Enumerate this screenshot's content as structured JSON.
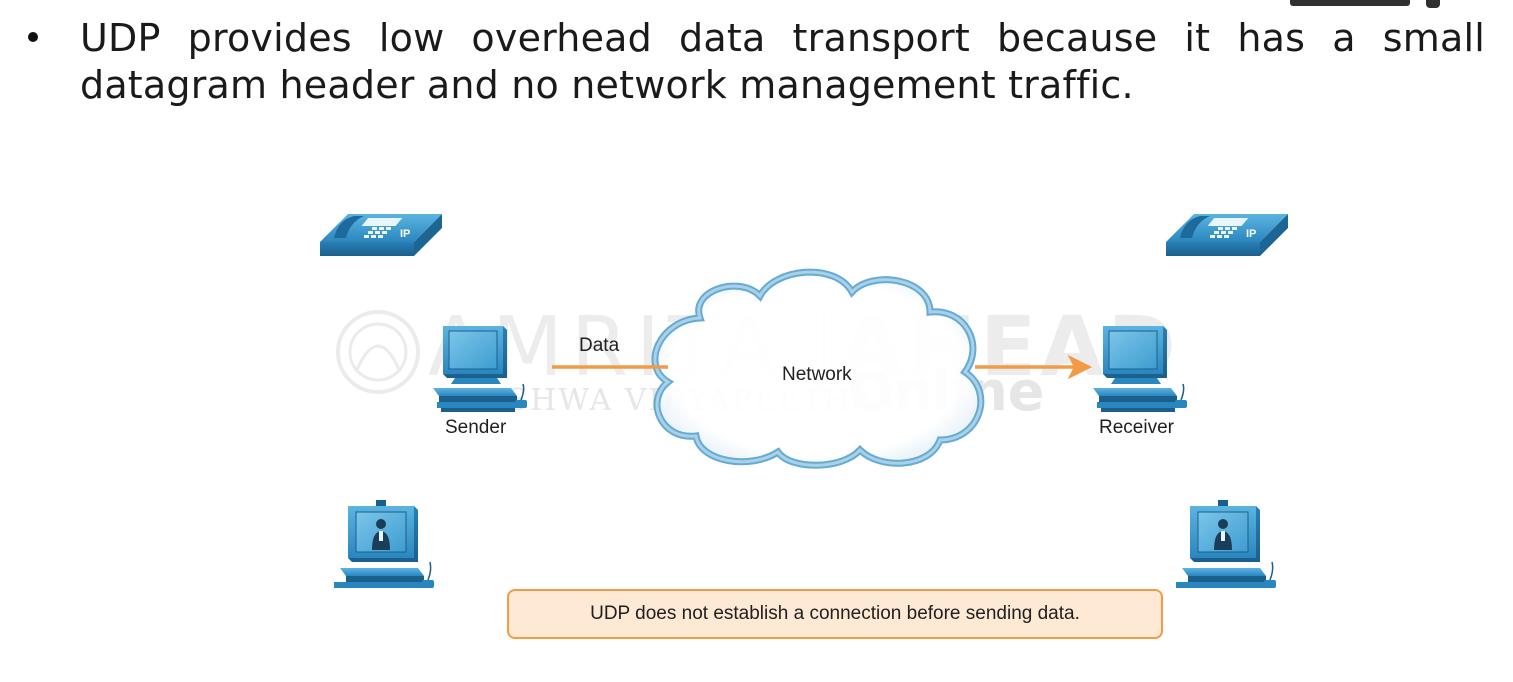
{
  "slide": {
    "bullet_text": "UDP provides low overhead data transport because it has a small datagram header and no network management traffic."
  },
  "diagram": {
    "sender_label": "Sender",
    "receiver_label": "Receiver",
    "data_label": "Data",
    "network_label": "Network",
    "note": "UDP does not establish a connection before sending data.",
    "icons": [
      "ip-phone-icon",
      "workstation-icon",
      "video-terminal-icon",
      "cloud-icon"
    ]
  },
  "watermark": {
    "brand_left": "AMRITA",
    "brand_right": "AHEAD",
    "sub_left": "VISHWA VIDYAPEETHAM",
    "sub_right": "Online"
  },
  "colors": {
    "device_blue": "#2b8bc3",
    "arrow_orange": "#f39a45",
    "note_fill": "#fde9d4",
    "cloud_edge": "#5ea7cf"
  }
}
